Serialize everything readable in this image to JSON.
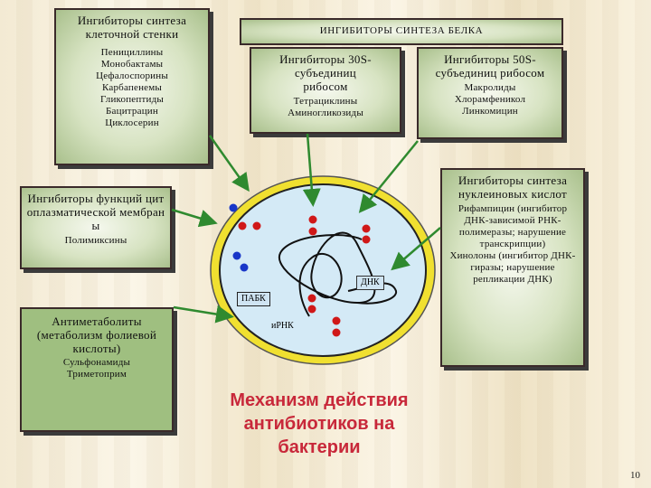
{
  "boxes": {
    "cell_wall": {
      "title": "Ингибиторы синтеза клеточной стенки",
      "items": [
        "Пенициллины",
        "Монобактамы",
        "Цефалоспорины",
        "Карбапенемы",
        "Гликопептиды",
        "Бацитрацин",
        "Циклосерин"
      ]
    },
    "protein_header": "ИНГИБИТОРЫ СИНТЕЗА БЕЛКА",
    "s30": {
      "title": "Ингибиторы 30S-субъединиц рибосом",
      "items": [
        "Тетрациклины",
        "Аминогликозиды"
      ]
    },
    "s50": {
      "title": "Ингибиторы 50S-субъединиц рибосом",
      "items": [
        "Макролиды",
        "Хлорамфеникол",
        "Линкомицин"
      ]
    },
    "membrane": {
      "title": "Ингибиторы функций цитоплазматической мембраны",
      "items": [
        "Полимиксины"
      ]
    },
    "antimetabolites": {
      "title": "Антиметаболиты (метаболизм фолиевой кислоты)",
      "items": [
        "Сульфонамиды",
        "Триметоприм"
      ]
    },
    "nucleic": {
      "title": "Ингибиторы синтеза нуклеиновых кислот",
      "items": [
        "Рифампицин (ингибитор ДНК-зависимой РНК-полимеразы; нарушение транскрипции)",
        "Хинолоны (ингибитор ДНК-гиразы; нарушение репликации ДНК)"
      ]
    }
  },
  "cell_labels": {
    "dna": "ДНК",
    "paba": "ПАБК",
    "mrna": "иРНК"
  },
  "caption": "Механизм действия антибиотиков на бактерии",
  "page_number": "10",
  "colors": {
    "cell_wall": "#f0e030",
    "cytoplasm": "#d4eaf6",
    "ribosome_red": "#d01818",
    "ribosome_blue": "#1836c8",
    "arrow": "#2f8a2f",
    "caption": "#c8283a"
  }
}
